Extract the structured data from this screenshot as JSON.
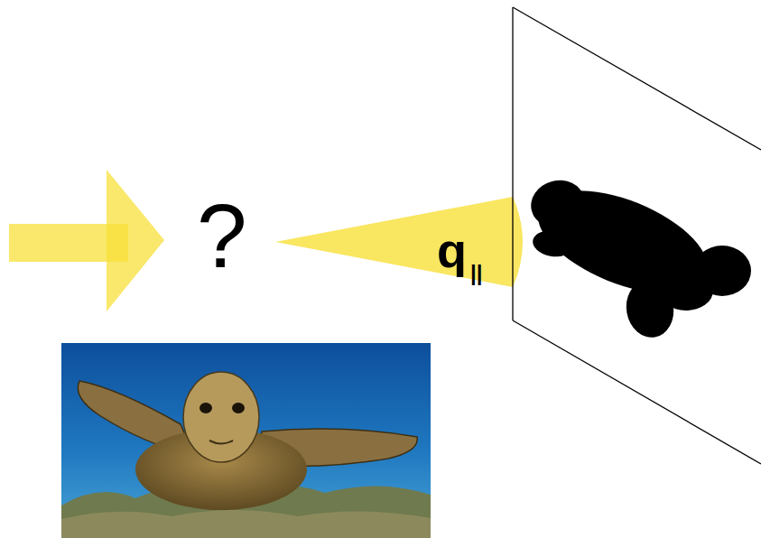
{
  "diagram": {
    "labels": [
      "?",
      "q",
      "||"
    ]
  }
}
